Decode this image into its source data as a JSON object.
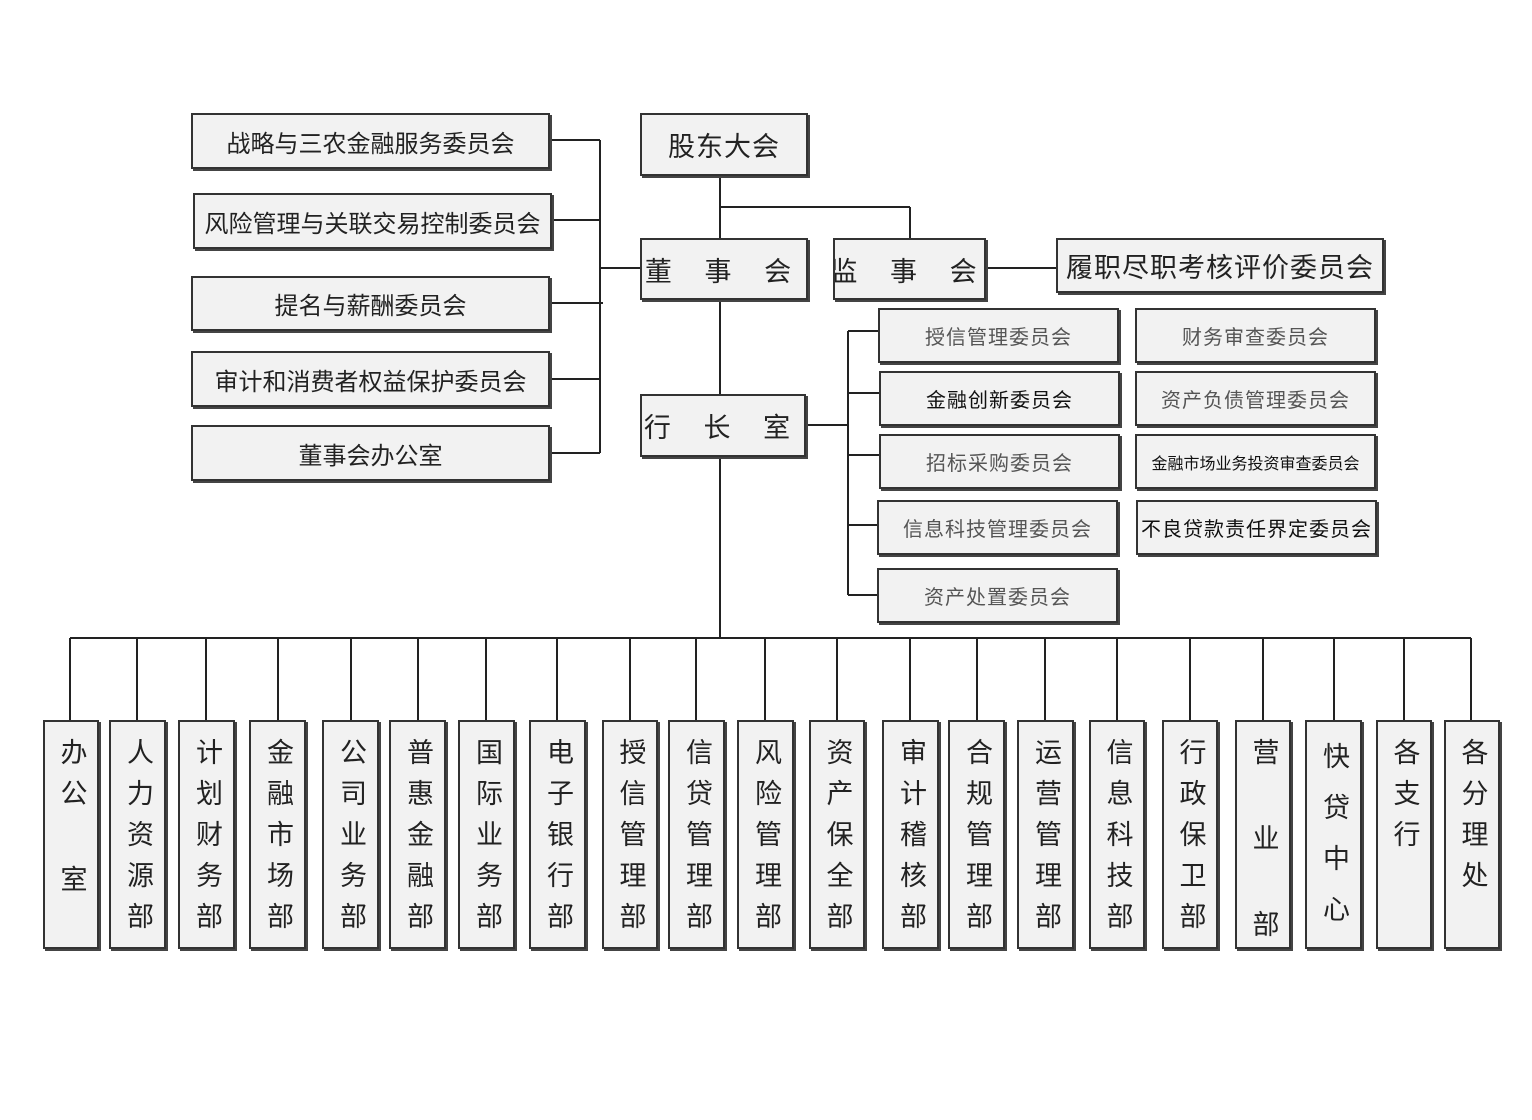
{
  "top": {
    "shareholders": "股东大会",
    "board": "董 事 会",
    "supervisors": "监 事 会",
    "supervisor_committee": "履职尽职考核评价委员会",
    "president_office": "行 长 室"
  },
  "board_committees": [
    "战略与三农金融服务委员会",
    "风险管理与关联交易控制委员会",
    "提名与薪酬委员会",
    "审计和消费者权益保护委员会",
    "董事会办公室"
  ],
  "exec_committees_left": [
    "授信管理委员会",
    "金融创新委员会",
    "招标采购委员会",
    "信息科技管理委员会",
    "资产处置委员会"
  ],
  "exec_committees_right": [
    "财务审查委员会",
    "资产负债管理委员会",
    "金融市场业务投资审查委员会",
    "不良贷款责任界定委员会"
  ],
  "departments": [
    "办公 室",
    "人力资源部",
    "计划财务部",
    "金融市场部",
    "公司业务部",
    "普惠金融部",
    "国际业务部",
    "电子银行部",
    "授信管理部",
    "信贷管理部",
    "风险管理部",
    "资产保全部",
    "审计稽核部",
    "合规管理部",
    "运营管理部",
    "信息科技部",
    "行政保卫部",
    "营 业 部",
    "快贷中心",
    "各支行",
    "各分理处"
  ]
}
